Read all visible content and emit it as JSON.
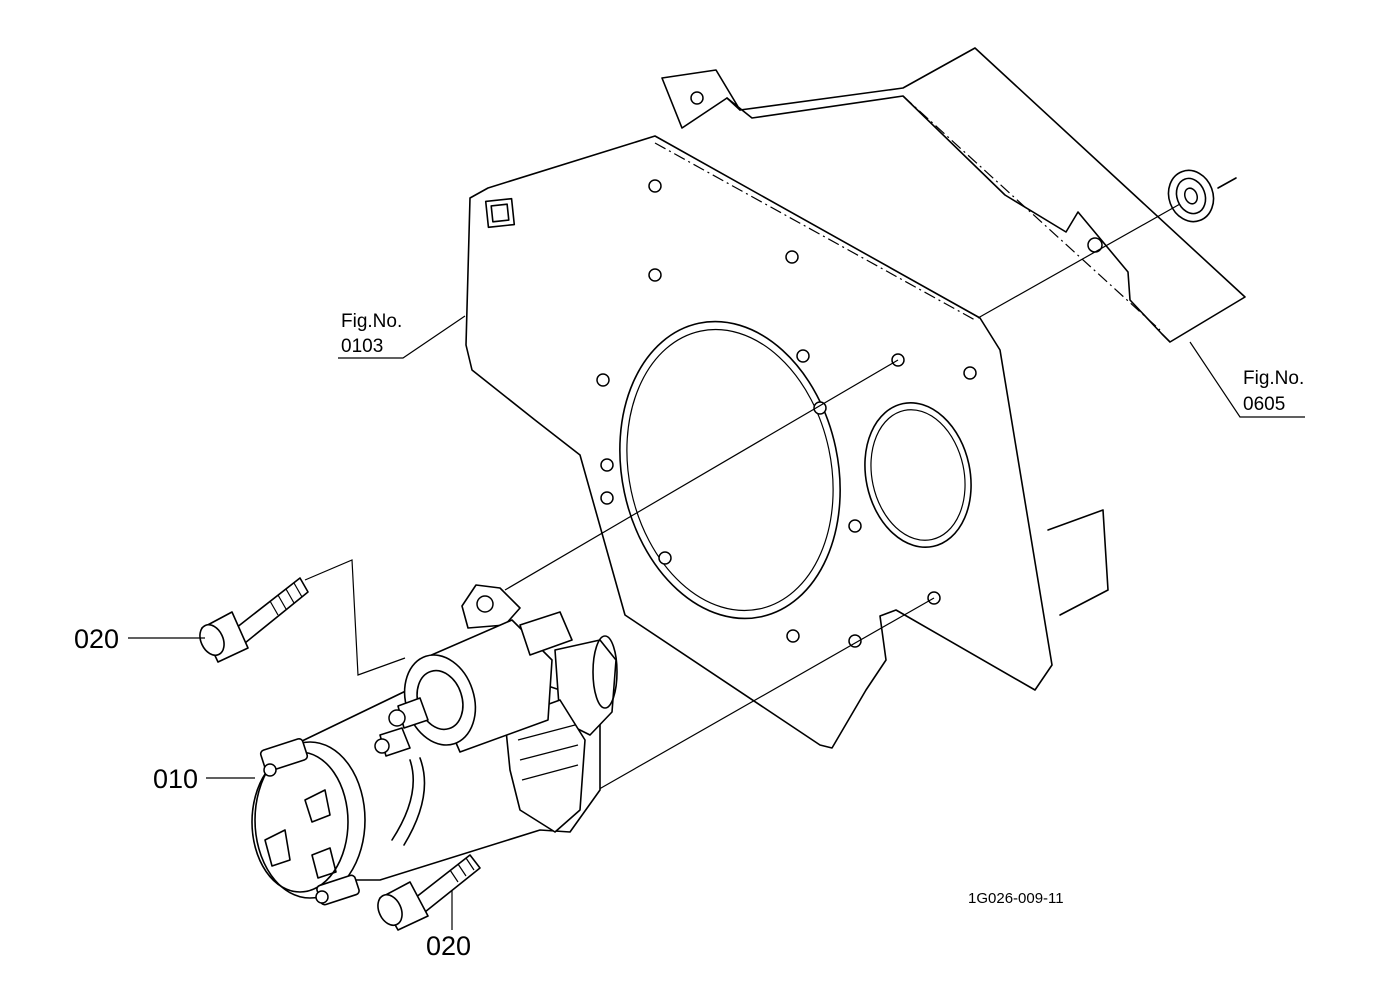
{
  "diagram": {
    "callouts": {
      "bolt_upper": "020",
      "starter": "010",
      "bolt_lower": "020"
    },
    "references": {
      "plate_fig_label": "Fig.No.",
      "plate_fig_number": "0103",
      "bracket_fig_label": "Fig.No.",
      "bracket_fig_number": "0605"
    },
    "drawing_code": "1G026-009-11"
  }
}
